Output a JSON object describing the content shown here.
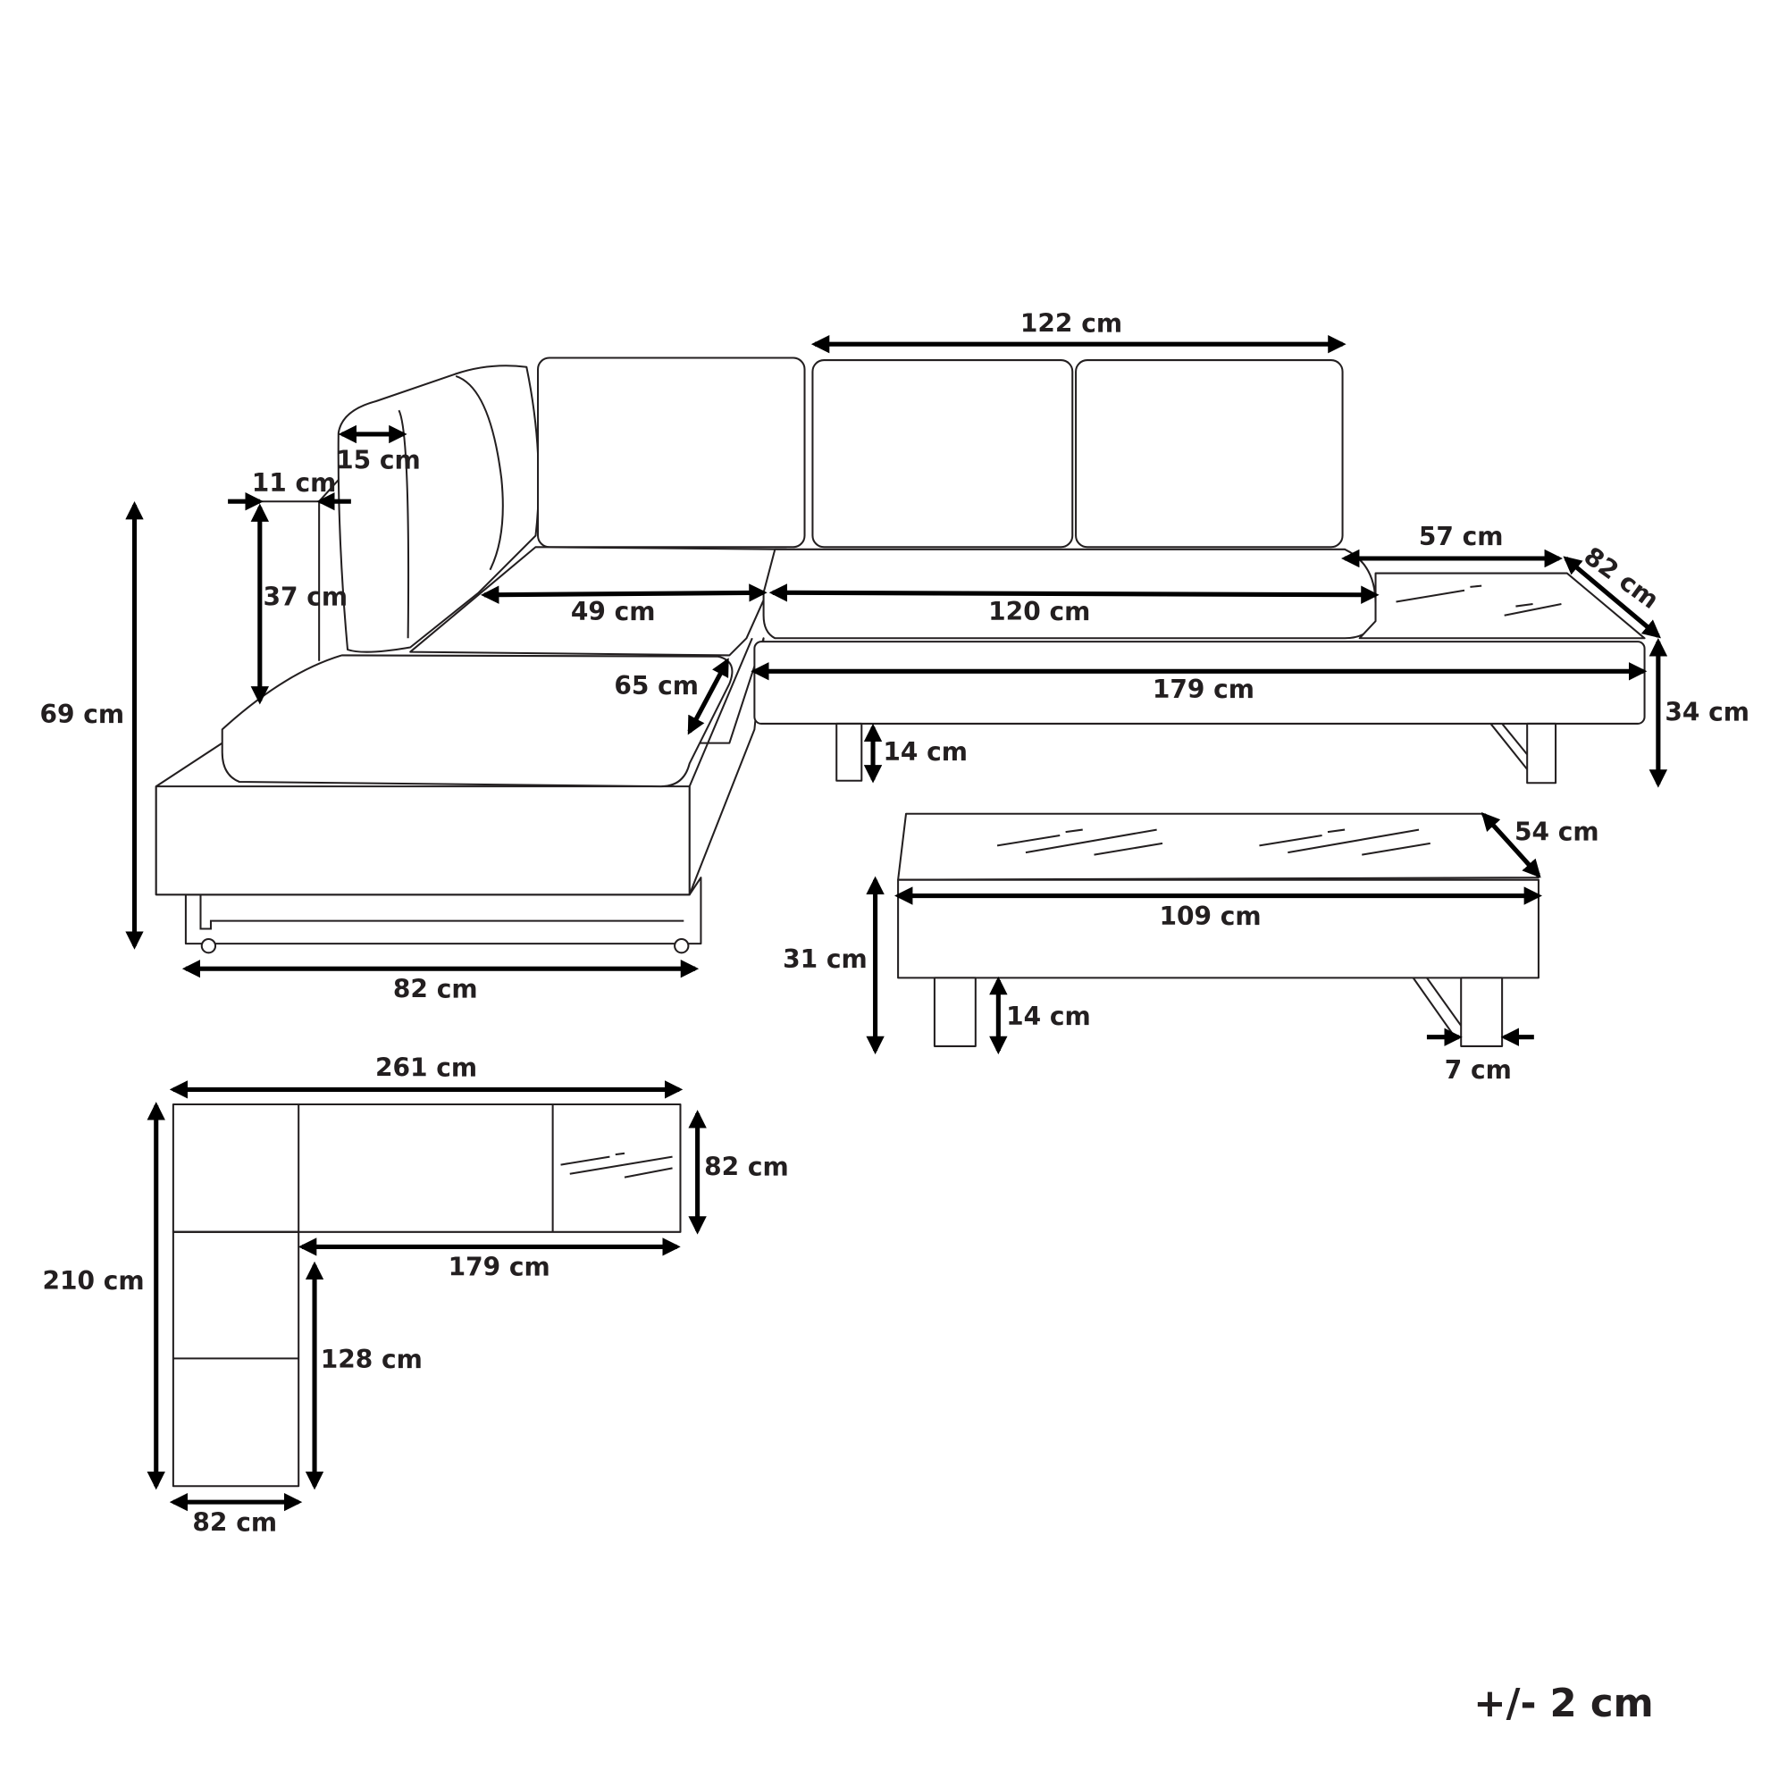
{
  "labels": {
    "backrest_width": "122 cm",
    "armrest_depth": "15 cm",
    "side_panel_depth": "11 cm",
    "backrest_height": "37 cm",
    "total_height": "69 cm",
    "corner_seat_width": "49 cm",
    "seat_width": "120 cm",
    "table_top_width": "57 cm",
    "table_top_depth": "82 cm",
    "chaise_seat_depth": "65 cm",
    "section_length": "179 cm",
    "section_height": "34 cm",
    "leg_height": "14 cm",
    "coffee_table_depth": "54 cm",
    "coffee_table_width": "109 cm",
    "coffee_table_height": "31 cm",
    "coffee_table_leg_height": "14 cm",
    "coffee_table_leg_width": "7 cm",
    "chaise_width": "82 cm",
    "plan_total_width": "261 cm",
    "plan_depth": "82 cm",
    "plan_section_length": "179 cm",
    "plan_total_length": "210 cm",
    "plan_chaise_length": "128 cm",
    "plan_chaise_width": "82 cm",
    "tolerance": "+/- 2 cm"
  }
}
